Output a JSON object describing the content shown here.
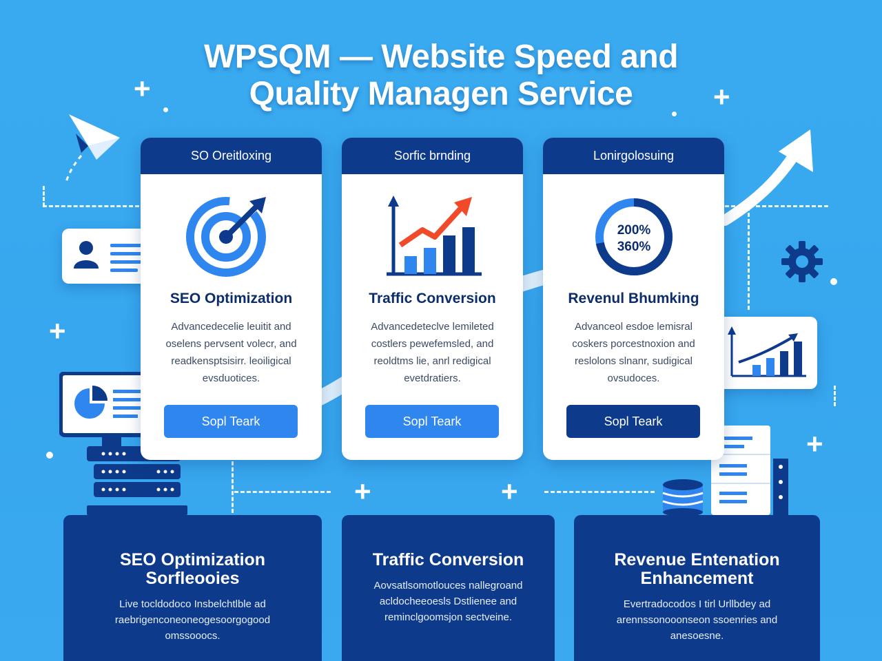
{
  "title_line1": "WPSQM — Website Speed and",
  "title_line2": "Quality Managen Service",
  "cards": [
    {
      "header": "SO Oreitloxing",
      "icon": "target-icon",
      "title": "SEO Optimization",
      "desc": "Advancedecelie leuitit and\noselens pervsent volecr, and\nreadkensptsisirr. leoiligical\nevsduotices.",
      "button": "Sopl Teark"
    },
    {
      "header": "Sorfic brnding",
      "icon": "growth-chart-icon",
      "title": "Traffic Conversion",
      "desc": "Advancedeteclve lemileted\ncostlers pewefemsled, and\nreoldtms lie, anrl redigical\nevetdratiers.",
      "button": "Sopl Teark"
    },
    {
      "header": "Lonirgolosuing",
      "icon": "donut-gauge-icon",
      "gauge_line1": "200%",
      "gauge_line2": "360%",
      "gauge_fraction": 0.72,
      "title": "Revenul Bhumking",
      "desc": "Advanceol esdoe lemisral\ncoskers porcestnoxion and\nreslolons slnanr, sudigical\novsudoces.",
      "button": "Sopl Teark"
    }
  ],
  "panels": [
    {
      "title": "SEO Optimization\nSorfleooies",
      "desc": "Live tocldodoco Insbelchtlble ad\nraebrigenconeoneogesoorgogood\nomssooocs."
    },
    {
      "title": "Traffic Conversion",
      "desc": "Aovsatlsomotlouces nallegroand\nacldocheeoesls Dstlienee and\nreminclgoomsjon sectveine."
    },
    {
      "title": "Revenue Entenation\nEnhancement",
      "desc": "Evertradocodos I tirl Urllbdey ad\narennssonooonseon ssoenries and\nanesoesne."
    }
  ],
  "icons": [
    "paper-plane-icon",
    "user-card-icon",
    "monitor-pie-icon",
    "server-rack-icon",
    "gear-icon",
    "trend-arrow-icon",
    "mini-chart-icon",
    "database-icon",
    "document-stack-icon"
  ],
  "colors": {
    "background": "#3aaaf0",
    "navy": "#0e3a8c",
    "accent_blue": "#2f86ee",
    "accent_red": "#f04a2a"
  }
}
